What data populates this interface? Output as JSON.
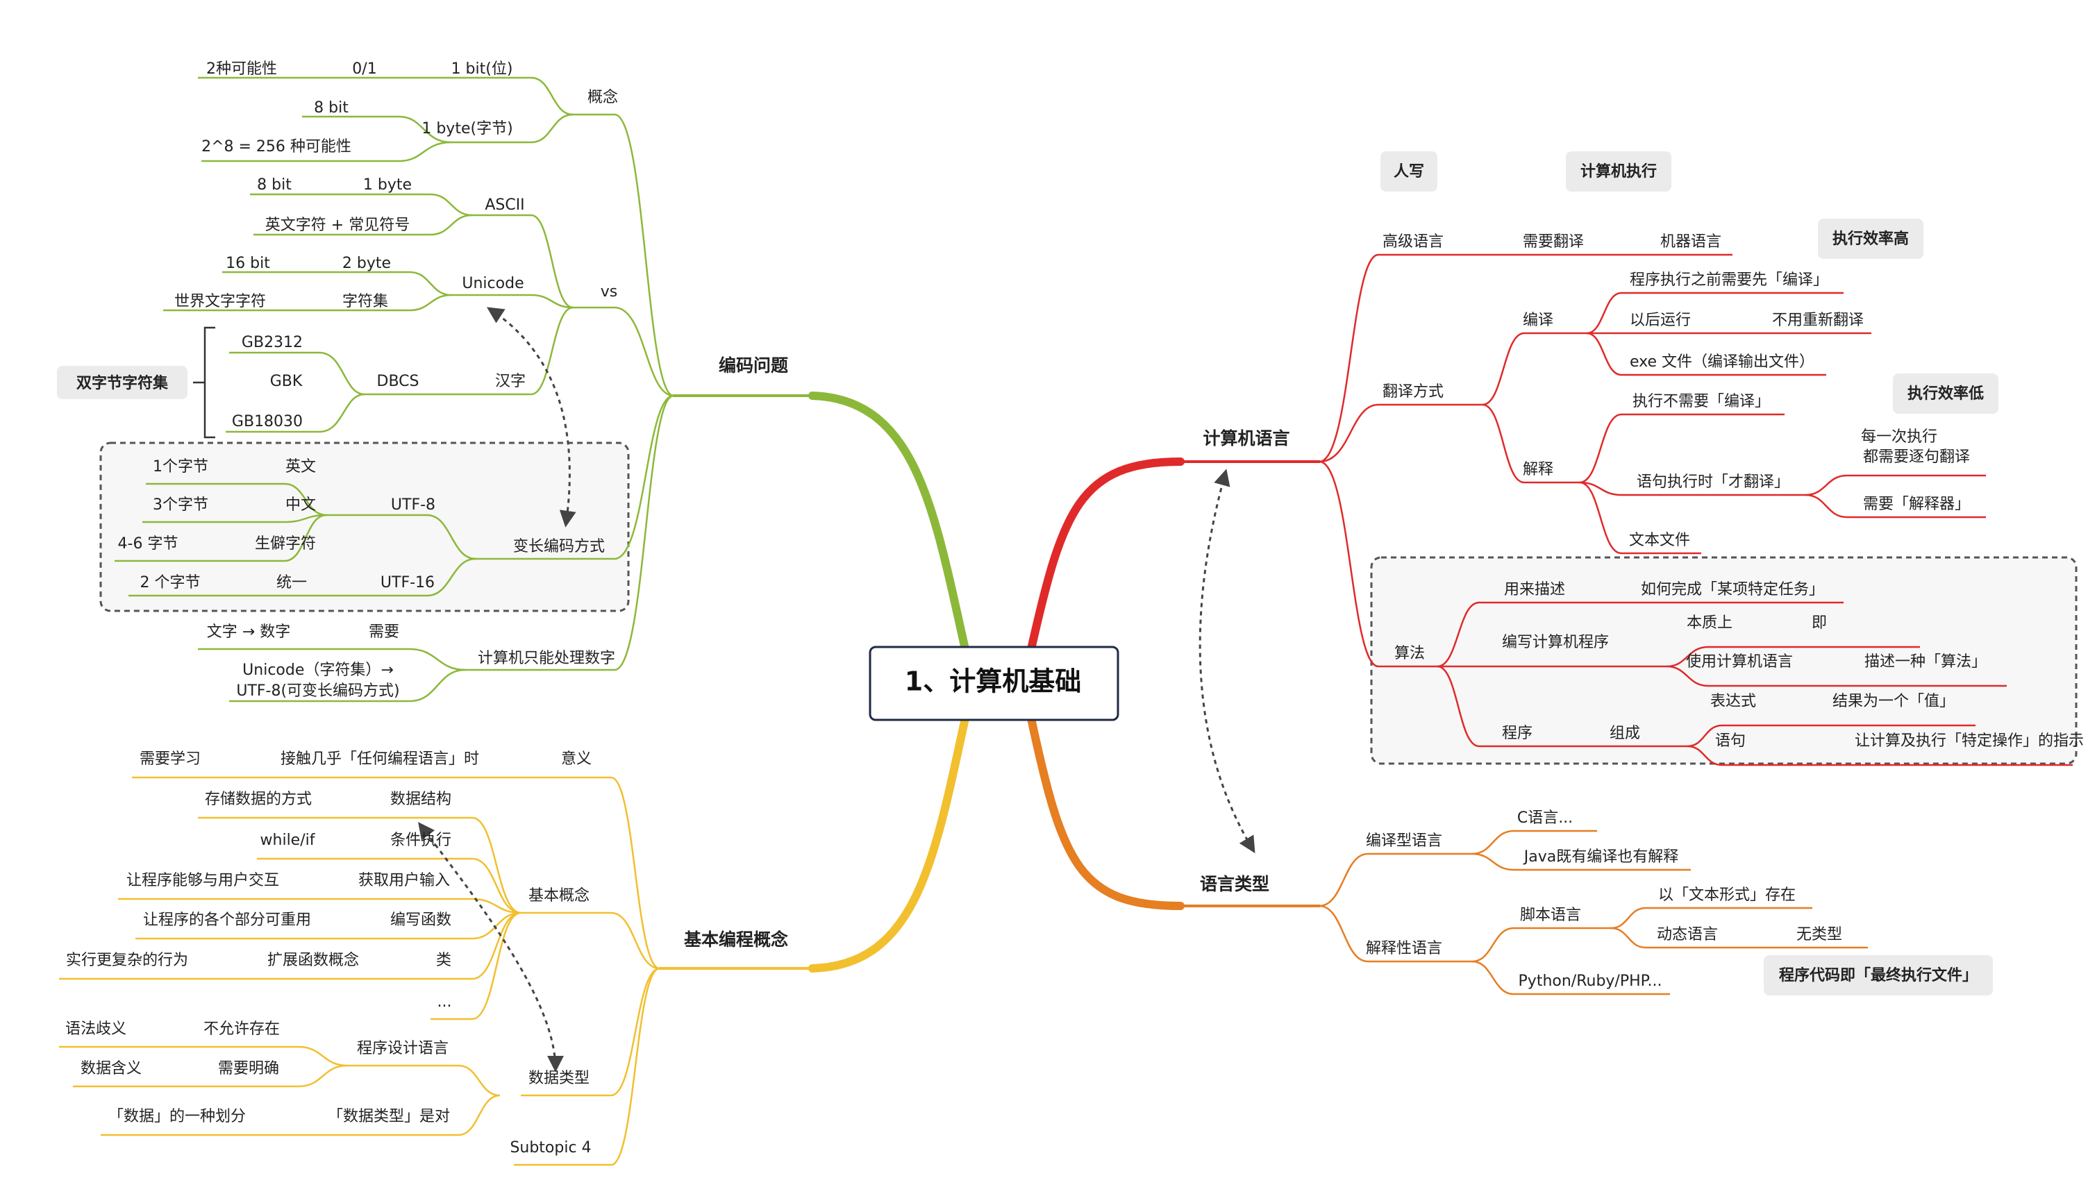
{
  "root": "1、计算机基础",
  "colors": {
    "encoding": "#8cb83a",
    "basic": "#f2bf2f",
    "computer": "#e02a2a",
    "langtype": "#e67e22",
    "callout_bg": "#ebebeb",
    "dash_box": "#555555"
  },
  "encoding": {
    "title": "编码问题",
    "concept": "概念",
    "bit": "1 bit(位)",
    "zero_one": "0/1",
    "two_poss": "2种可能性",
    "byte": "1 byte(字节)",
    "eight_bit": "8 bit",
    "pow": "2^8 = 256 种可能性",
    "vs": "vs",
    "ascii": "ASCII",
    "ascii_8bit": "8 bit",
    "ascii_1byte": "1 byte",
    "ascii_chars": "英文字符 + 常见符号",
    "unicode": "Unicode",
    "u_16bit": "16 bit",
    "u_2byte": "2 byte",
    "u_charset": "字符集",
    "u_world": "世界文字字符",
    "hanzi": "汉字",
    "dbcs": "DBCS",
    "gb2312": "GB2312",
    "gbk": "GBK",
    "gb18030": "GB18030",
    "dbcs_callout": "双字节字符集",
    "varlen": "变长编码方式",
    "utf8": "UTF-8",
    "english": "英文",
    "one_byte": "1个字节",
    "chinese": "中文",
    "three_byte": "3个字节",
    "rare": "生僻字符",
    "four_six": "4-6 字节",
    "utf16": "UTF-16",
    "unified": "统一",
    "two_byte": "2 个字节",
    "only_numbers": "计算机只能处理数字",
    "need": "需要",
    "text_to_num": "文字 → 数字",
    "unicode_utf8_1": "Unicode（字符集）→",
    "unicode_utf8_2": "UTF-8(可变长编码方式)"
  },
  "basic": {
    "title": "基本编程概念",
    "meaning": "意义",
    "contact": "接触几乎「任何编程语言」时",
    "need_learn": "需要学习",
    "basic_concept": "基本概念",
    "ds": "数据结构",
    "ds_desc": "存储数据的方式",
    "cond": "条件执行",
    "cond_desc": "while/if",
    "input": "获取用户输入",
    "input_desc": "让程序能够与用户交互",
    "func": "编写函数",
    "func_desc": "让程序的各个部分可重用",
    "cls": "类",
    "cls_ext": "扩展函数概念",
    "cls_desc": "实行更复杂的行为",
    "ellipsis": "...",
    "datatype": "数据类型",
    "pl": "程序设计语言",
    "no_ambig": "不允许存在",
    "ambig": "语法歧义",
    "must_clear": "需要明确",
    "data_meaning": "数据含义",
    "dt_is": "「数据类型」是对",
    "dt_div": "「数据」的一种划分",
    "subtopic": "Subtopic 4"
  },
  "computer": {
    "title": "计算机语言",
    "human_write": "人写",
    "machine_exec": "计算机执行",
    "high": "高级语言",
    "need_translate": "需要翻译",
    "machine_lang": "机器语言",
    "eff_high": "执行效率高",
    "translate": "翻译方式",
    "compile": "编译",
    "compile_1": "程序执行之前需要先「编译」",
    "compile_2": "以后运行",
    "no_retranslate": "不用重新翻译",
    "compile_3": "exe 文件（编译输出文件）",
    "interpret": "解释",
    "interp_1": "执行不需要「编译」",
    "eff_low": "执行效率低",
    "interp_2": "语句执行时「才翻译」",
    "each_exec_1": "每一次执行",
    "each_exec_2": "都需要逐句翻译",
    "need_interp": "需要「解释器」",
    "text_file": "文本文件",
    "algo": "算法",
    "describe": "用来描述",
    "how_task": "如何完成「某项特定任务」",
    "write_prog": "编写计算机程序",
    "essence": "本质上",
    "ji": "即",
    "use_lang": "使用计算机语言",
    "describe_algo": "描述一种「算法」",
    "program": "程序",
    "compose": "组成",
    "expr": "表达式",
    "result_value": "结果为一个「值」",
    "stmt": "语句",
    "perform": "让计算及执行「特定操作」的指示"
  },
  "langtype": {
    "title": "语言类型",
    "compiled": "编译型语言",
    "c": "C语言...",
    "java": "Java既有编译也有解释",
    "interpreted": "解释性语言",
    "script": "脚本语言",
    "text_form": "以「文本形式」存在",
    "dynamic": "动态语言",
    "untyped": "无类型",
    "python": "Python/Ruby/PHP...",
    "final_file": "程序代码即「最终执行文件」"
  }
}
